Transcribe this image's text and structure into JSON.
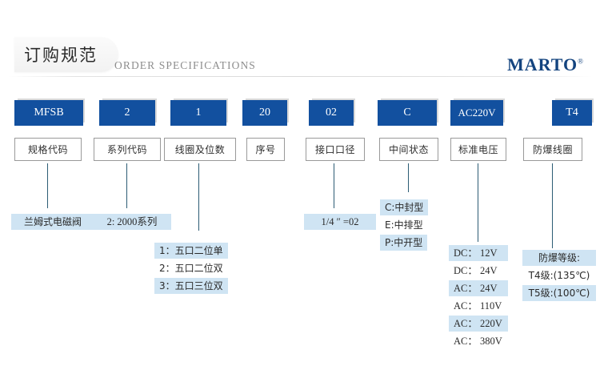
{
  "header": {
    "title_cn": "订购规范",
    "title_en": "ORDER SPECIFICATIONS",
    "brand": "MARTO",
    "brand_mark": "®"
  },
  "colors": {
    "code_box_blue": "#12509f",
    "brand_blue": "#14447f",
    "highlight_blue": "#cfe4f3",
    "connector_line": "#2c5c74"
  },
  "columns": [
    {
      "code": "MFSB",
      "label": "规格代码",
      "details": [
        {
          "text": "兰姆式电磁阀",
          "highlight": true
        }
      ]
    },
    {
      "code": "2",
      "label": "系列代码",
      "details": [
        {
          "text": "2: 2000系列",
          "highlight": true
        }
      ]
    },
    {
      "code": "1",
      "label": "线圈及位数",
      "details": [
        {
          "text": "1：五口二位单",
          "highlight": true
        },
        {
          "text": "2：五口二位双",
          "highlight": false
        },
        {
          "text": "3：五口三位双",
          "highlight": true
        }
      ]
    },
    {
      "code": "20",
      "label": "序号",
      "details": []
    },
    {
      "code": "02",
      "label": "接口口径",
      "details": [
        {
          "text": "1/4 ″ =02",
          "highlight": true
        }
      ]
    },
    {
      "code": "C",
      "label": "中间状态",
      "details": [
        {
          "text": "C:中封型",
          "highlight": true
        },
        {
          "text": "E:中排型",
          "highlight": false
        },
        {
          "text": "P:中开型",
          "highlight": true
        }
      ]
    },
    {
      "code": "AC220V",
      "label": "标准电压",
      "details": [
        {
          "text": "DC： 12V",
          "highlight": true
        },
        {
          "text": "DC： 24V",
          "highlight": false
        },
        {
          "text": "AC： 24V",
          "highlight": true
        },
        {
          "text": "AC： 110V",
          "highlight": false
        },
        {
          "text": "AC： 220V",
          "highlight": true
        },
        {
          "text": "AC： 380V",
          "highlight": false
        }
      ]
    },
    {
      "code": "T4",
      "label": "防爆线圈",
      "details": [
        {
          "text": "防爆等级:",
          "highlight": true
        },
        {
          "text": "T4级:(135℃)",
          "highlight": false
        },
        {
          "text": "T5级:(100℃)",
          "highlight": true
        }
      ]
    }
  ]
}
